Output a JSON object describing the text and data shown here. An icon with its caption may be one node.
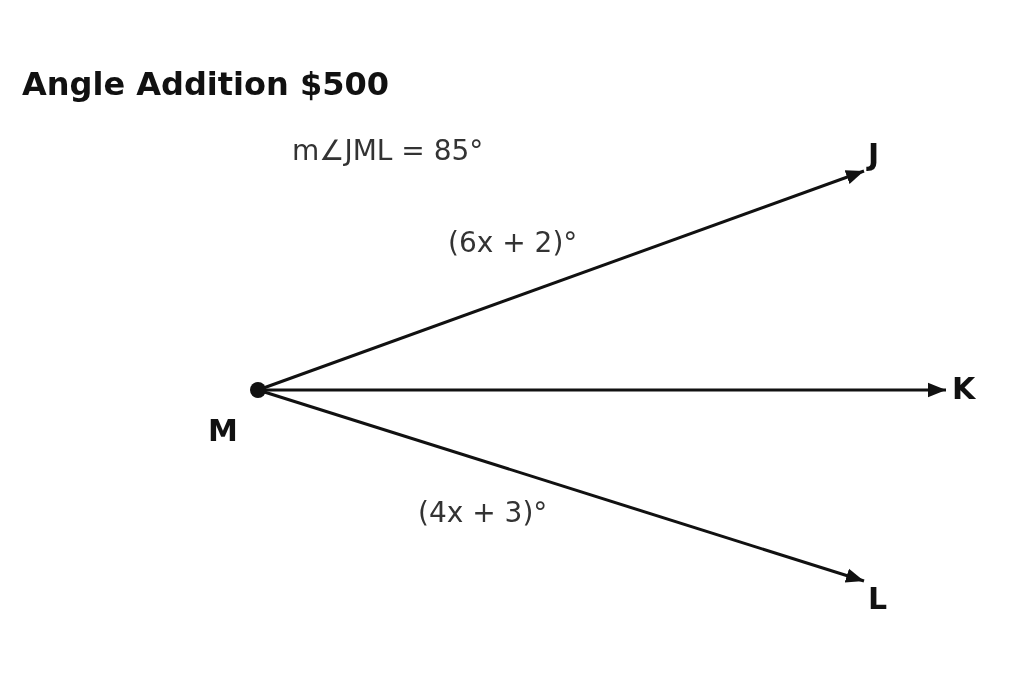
{
  "diagram": {
    "title": "Angle Addition $500",
    "nodes": [
      {
        "text": [
          "M"
        ]
      },
      {
        "text": [
          "J"
        ]
      },
      {
        "text": [
          "K"
        ]
      },
      {
        "text": [
          "L"
        ]
      }
    ],
    "edges": [
      {
        "from": 0,
        "to": 1,
        "arrow": "to"
      },
      {
        "from": 0,
        "to": 2,
        "arrow": "to"
      },
      {
        "from": 0,
        "to": 3,
        "arrow": "to"
      }
    ],
    "labels": [
      "m∠JML = 85°",
      "(6x + 2)°",
      "(4x + 3)°"
    ]
  }
}
